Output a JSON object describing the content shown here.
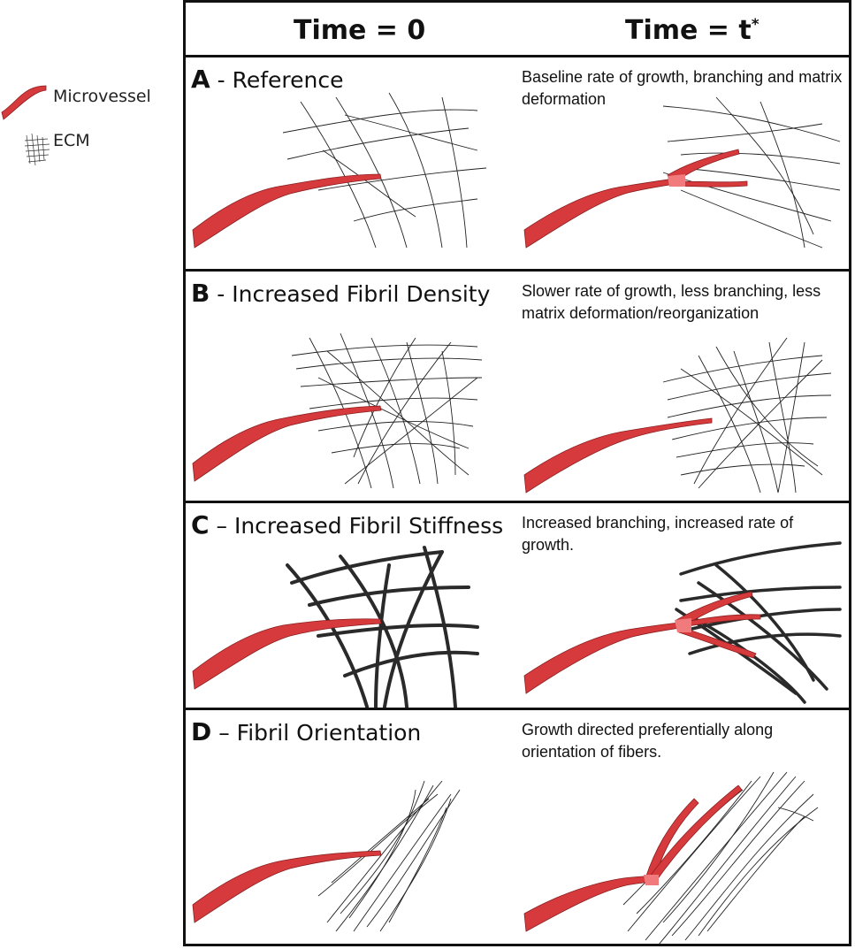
{
  "legend": {
    "microvessel_label": "Microvessel",
    "ecm_label": "ECM"
  },
  "header": {
    "time0": "Time = 0",
    "timet": "Time = t",
    "timet_sup": "*"
  },
  "panels": [
    {
      "letter": "A",
      "title": " - Reference",
      "description": "Baseline rate of growth, branching and matrix deformation"
    },
    {
      "letter": "B",
      "title": " - Increased Fibril Density",
      "description": "Slower rate of growth, less branching, less matrix deformation/reorganization"
    },
    {
      "letter": "C",
      "title": " – Increased Fibril Stiffness",
      "description": "Increased branching, increased rate of growth."
    },
    {
      "letter": "D",
      "title": " – Fibril Orientation",
      "description": "Growth directed preferentially along orientation of fibers."
    }
  ],
  "colors": {
    "vessel": "#d63a3c",
    "vessel_light": "#f07a7c",
    "fiber": "#222222",
    "border": "#111111"
  }
}
